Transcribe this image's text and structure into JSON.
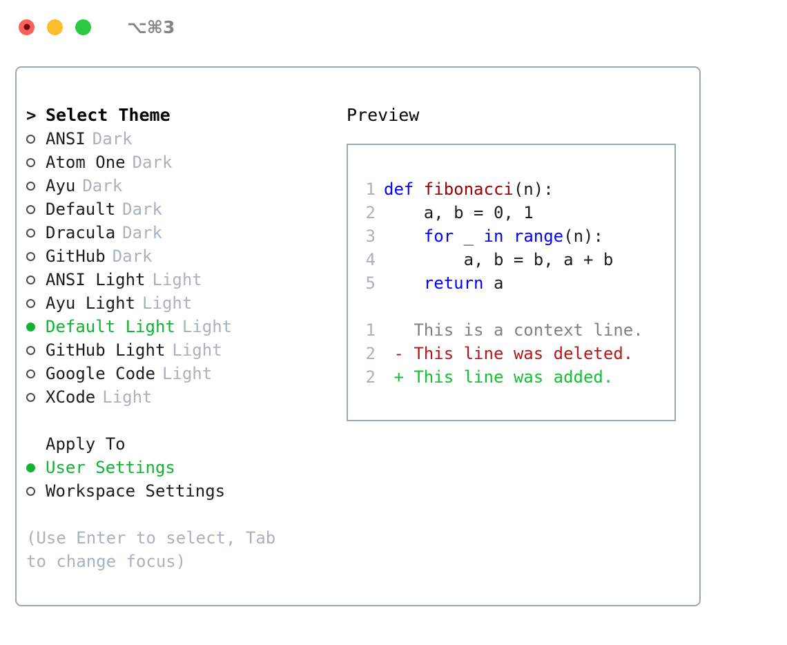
{
  "window": {
    "title": "⌥⌘3",
    "traffic_lights": [
      {
        "name": "close",
        "color": "#fc6058"
      },
      {
        "name": "minimize",
        "color": "#fdbc2e"
      },
      {
        "name": "maximize",
        "color": "#2bc940"
      }
    ]
  },
  "theme_picker": {
    "header_marker": ">",
    "header_label": "Select Theme",
    "items": [
      {
        "marker": "o",
        "selected": false,
        "label": "ANSI",
        "tag": "Dark"
      },
      {
        "marker": "o",
        "selected": false,
        "label": "Atom One",
        "tag": "Dark"
      },
      {
        "marker": "o",
        "selected": false,
        "label": "Ayu",
        "tag": "Dark"
      },
      {
        "marker": "o",
        "selected": false,
        "label": "Default",
        "tag": "Dark"
      },
      {
        "marker": "o",
        "selected": false,
        "label": "Dracula",
        "tag": "Dark"
      },
      {
        "marker": "o",
        "selected": false,
        "label": "GitHub",
        "tag": "Dark"
      },
      {
        "marker": "o",
        "selected": false,
        "label": "ANSI Light",
        "tag": "Light"
      },
      {
        "marker": "o",
        "selected": false,
        "label": "Ayu Light",
        "tag": "Light"
      },
      {
        "marker": "●",
        "selected": true,
        "label": "Default Light",
        "tag": "Light"
      },
      {
        "marker": "o",
        "selected": false,
        "label": "GitHub Light",
        "tag": "Light"
      },
      {
        "marker": "o",
        "selected": false,
        "label": "Google Code",
        "tag": "Light"
      },
      {
        "marker": "o",
        "selected": false,
        "label": "XCode",
        "tag": "Light"
      }
    ]
  },
  "apply_to": {
    "label": "Apply To",
    "options": [
      {
        "marker": "●",
        "selected": true,
        "label": "User Settings"
      },
      {
        "marker": "o",
        "selected": false,
        "label": "Workspace Settings"
      }
    ]
  },
  "hint": "(Use Enter to select, Tab to change focus)",
  "preview": {
    "title": "Preview",
    "code_lines": [
      {
        "num": "1",
        "tokens": [
          {
            "t": "def ",
            "c": "kw"
          },
          {
            "t": "fibonacci",
            "c": "fn"
          },
          {
            "t": "(n):",
            "c": "plain"
          }
        ]
      },
      {
        "num": "2",
        "tokens": [
          {
            "t": "    a, b = 0, 1",
            "c": "plain"
          }
        ]
      },
      {
        "num": "3",
        "tokens": [
          {
            "t": "    ",
            "c": "plain"
          },
          {
            "t": "for",
            "c": "kw"
          },
          {
            "t": " _ ",
            "c": "plain"
          },
          {
            "t": "in",
            "c": "kw"
          },
          {
            "t": " ",
            "c": "plain"
          },
          {
            "t": "range",
            "c": "kw"
          },
          {
            "t": "(n):",
            "c": "plain"
          }
        ]
      },
      {
        "num": "4",
        "tokens": [
          {
            "t": "        a, b = b, a + b",
            "c": "plain"
          }
        ]
      },
      {
        "num": "5",
        "tokens": [
          {
            "t": "    ",
            "c": "plain"
          },
          {
            "t": "return",
            "c": "kw"
          },
          {
            "t": " a",
            "c": "plain"
          }
        ]
      }
    ],
    "diff_lines": [
      {
        "num": "1",
        "tokens": [
          {
            "t": "   This is a context line.",
            "c": "dim"
          }
        ]
      },
      {
        "num": "2",
        "tokens": [
          {
            "t": " - This line was deleted.",
            "c": "del"
          }
        ]
      },
      {
        "num": "2",
        "tokens": [
          {
            "t": " + This line was added.",
            "c": "add"
          }
        ]
      }
    ]
  },
  "colors": {
    "accent_green": "#12b235",
    "added_green": "#12c032",
    "deleted_red": "#b41818",
    "keyword_blue": "#0000ff",
    "function_red": "#a00000",
    "muted_gray": "#a9b2bd",
    "border": "#9aa7b5"
  }
}
